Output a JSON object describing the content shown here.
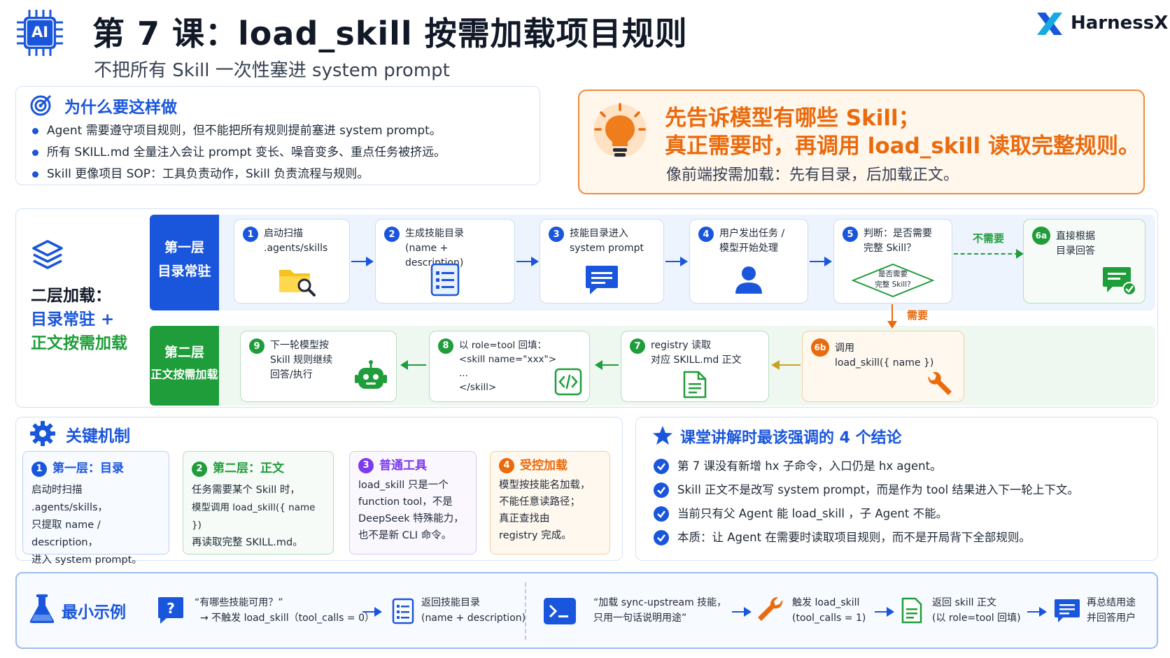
{
  "header": {
    "ai_badge": "AI",
    "title": "第 7 课：load_skill 按需加载项目规则",
    "subtitle": "不把所有 Skill 一次性塞进 system prompt",
    "brand": "HarnessX"
  },
  "why": {
    "title": "为什么要这样做",
    "bullets": [
      "Agent 需要遵守项目规则，但不能把所有规则提前塞进 system prompt。",
      "所有 SKILL.md 全量注入会让 prompt 变长、噪音变多、重点任务被挤远。",
      "Skill 更像项目 SOP：工具负责动作，Skill 负责流程与规则。"
    ]
  },
  "highlight": {
    "line1": "先告诉模型有哪些 Skill；",
    "line2": "真正需要时，再调用 load_skill 读取完整规则。",
    "note": "像前端按需加载：先有目录，后加载正文。"
  },
  "two_layer": {
    "title_line1": "二层加载：",
    "title_line2": "目录常驻 +",
    "title_line3": "正文按需加载",
    "layer1_a": "第一层",
    "layer1_b": "目录常驻",
    "layer2_a": "第二层",
    "layer2_b": "正文按需加载",
    "steps": {
      "s1": {
        "num": "1",
        "line1": "启动扫描",
        "line2": ".agents/skills"
      },
      "s2": {
        "num": "2",
        "line1": "生成技能目录",
        "line2": "(name + description)"
      },
      "s3": {
        "num": "3",
        "line1": "技能目录进入",
        "line2": "system prompt"
      },
      "s4": {
        "num": "4",
        "line1": "用户发出任务 /",
        "line2": "模型开始处理"
      },
      "s5": {
        "num": "5",
        "line1": "判断：是否需要",
        "line2": "完整 Skill？",
        "diamond1": "是否需要",
        "diamond2": "完整 Skill?"
      },
      "no_label": "不需要",
      "s6a": {
        "num": "6a",
        "line1": "直接根据",
        "line2": "目录回答"
      },
      "yes_label": "需要",
      "s6b": {
        "num": "6b",
        "line1": "调用",
        "line2": "load_skill({ name })"
      },
      "s7": {
        "num": "7",
        "line1": "registry 读取",
        "line2": "对应 SKILL.md 正文"
      },
      "s8": {
        "num": "8",
        "line1": "以 role=tool 回填：",
        "line2": "<skill name=\"xxx\">",
        "line3": "...",
        "line4": "</skill>"
      },
      "s9": {
        "num": "9",
        "line1": "下一轮模型按",
        "line2": "Skill 规则继续",
        "line3": "回答/执行"
      }
    }
  },
  "mechanism": {
    "title": "关键机制",
    "cards": [
      {
        "num": "1",
        "title": "第一层：目录",
        "lines": [
          "启动时扫描 .agents/skills，",
          "只提取 name / description，",
          "进入 system prompt。"
        ]
      },
      {
        "num": "2",
        "title": "第二层：正文",
        "lines": [
          "任务需要某个 Skill 时，",
          "模型调用 load_skill({ name })",
          "再读取完整 SKILL.md。"
        ]
      },
      {
        "num": "3",
        "title": "普通工具",
        "lines": [
          "load_skill 只是一个",
          "function tool，不是",
          "DeepSeek 特殊能力，",
          "也不是新 CLI 命令。"
        ]
      },
      {
        "num": "4",
        "title": "受控加载",
        "lines": [
          "模型按技能名加载，",
          "不能任意读路径；",
          "真正查找由",
          "registry 完成。"
        ]
      }
    ]
  },
  "conclusions": {
    "title": "课堂讲解时最该强调的 4 个结论",
    "items": [
      "第 7 课没有新增 hx 子命令，入口仍是 hx agent。",
      "Skill 正文不是改写 system prompt，而是作为 tool 结果进入下一轮上下文。",
      "当前只有父 Agent 能 load_skill ，子 Agent 不能。",
      "本质：让 Agent 在需要时读取项目规则，而不是开局背下全部规则。"
    ]
  },
  "example": {
    "title": "最小示例",
    "q1_line1": "“有哪些技能可用？”",
    "q1_line2": "→ 不触发 load_skill（tool_calls = 0）",
    "r1_line1": "返回技能目录",
    "r1_line2": "(name + description)",
    "q2_line1": "“加载 sync-upstream 技能，",
    "q2_line2": "只用一句话说明用途”",
    "r2_line1": "触发 load_skill",
    "r2_line2": "(tool_calls = 1)",
    "r3_line1": "返回 skill 正文",
    "r3_line2": "(以 role=tool 回填)",
    "r4_line1": "再总结用途",
    "r4_line2": "并回答用户"
  },
  "colors": {
    "primary": "#1a56db",
    "green": "#1f9d3a",
    "orange": "#ea6a0c",
    "purple": "#7c3aed",
    "yellow": "#f5b800"
  }
}
